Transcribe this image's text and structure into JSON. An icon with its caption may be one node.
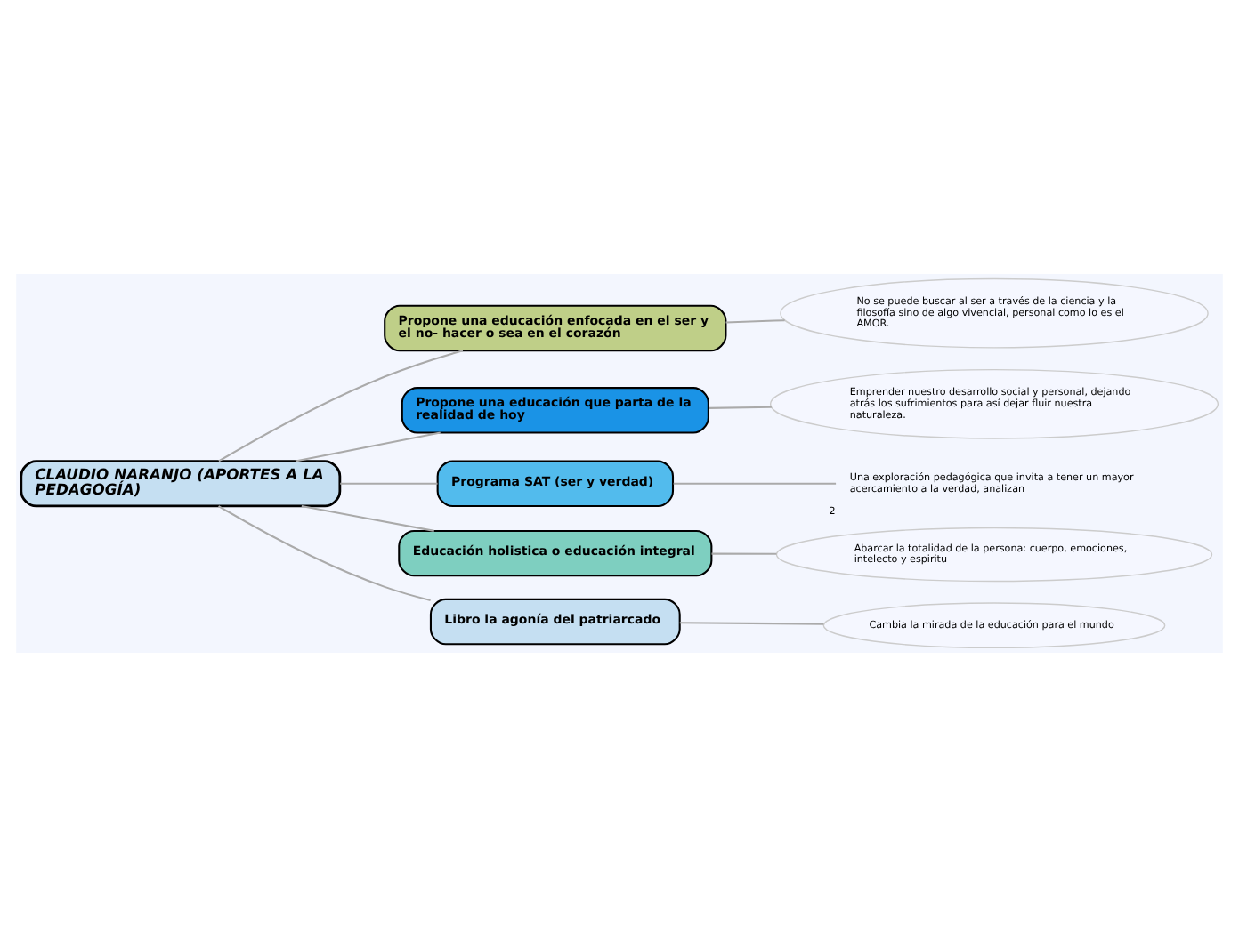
{
  "diagram": {
    "nodes": [
      {
        "text": [
          "CLAUDIO NARANJO (APORTES A LA PEDAGOGÍA)"
        ]
      },
      {
        "text": [
          "Propone una educación enfocada en el ser y el no- hacer o sea en el corazón"
        ]
      },
      {
        "text": [
          "No se puede buscar al ser a través de la ciencia y la filosofía sino de algo vivencial, personal como lo es el AMOR."
        ]
      },
      {
        "text": [
          "Propone una educación que parta de la realidad de hoy"
        ]
      },
      {
        "text": [
          "Emprender nuestro desarrollo social y personal, dejando atrás los sufrimientos para así dejar fluir nuestra naturaleza."
        ]
      },
      {
        "text": [
          "Programa SAT (ser y verdad)"
        ]
      },
      {
        "text": [
          "Una exploración pedagógica que invita a tener un mayor acercamiento a la verdad, analizan"
        ],
        "beside": [
          "2"
        ]
      },
      {
        "text": [
          "Educación holistica o educación integral"
        ]
      },
      {
        "text": [
          "Abarcar la totalidad de la persona: cuerpo, emociones, intelecto y espiritu"
        ]
      },
      {
        "text": [
          "Libro la agonía del patriarcado"
        ]
      },
      {
        "text": [
          "Cambia la mirada de la educación para el mundo"
        ]
      }
    ],
    "edges": [
      {
        "from": 0,
        "to": 1,
        "arrow": "none"
      },
      {
        "from": 1,
        "to": 2,
        "arrow": "none"
      },
      {
        "from": 0,
        "to": 3,
        "arrow": "none"
      },
      {
        "from": 3,
        "to": 4,
        "arrow": "none"
      },
      {
        "from": 0,
        "to": 5,
        "arrow": "none"
      },
      {
        "from": 5,
        "to": 6,
        "arrow": "none"
      },
      {
        "from": 0,
        "to": 7,
        "arrow": "none"
      },
      {
        "from": 7,
        "to": 8,
        "arrow": "none"
      },
      {
        "from": 0,
        "to": 9,
        "arrow": "none"
      },
      {
        "from": 9,
        "to": 10,
        "arrow": "none"
      }
    ]
  }
}
